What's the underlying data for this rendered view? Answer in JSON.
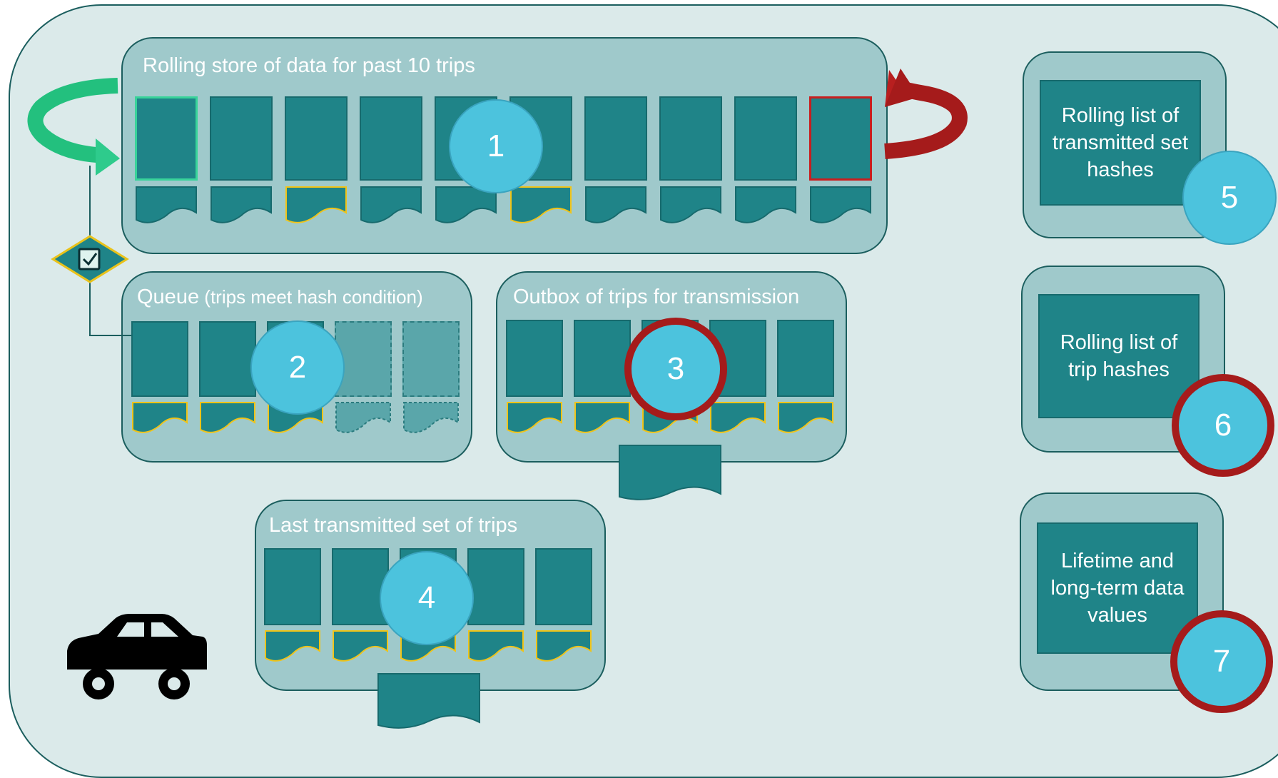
{
  "panels": {
    "rolling_store": {
      "title": "Rolling store of data for past 10 trips"
    },
    "queue": {
      "title_main": "Queue",
      "title_sub": " (trips meet hash condition)"
    },
    "outbox": {
      "title": "Outbox of trips for transmission"
    },
    "last_transmitted": {
      "title": "Last transmitted set of trips"
    }
  },
  "side_panels": {
    "set_hashes": {
      "label": "Rolling list of transmitted set hashes"
    },
    "trip_hashes": {
      "label": "Rolling list of trip hashes"
    },
    "lifetime_values": {
      "label": "Lifetime and long-term data values"
    }
  },
  "badges": {
    "b1": "1",
    "b2": "2",
    "b3": "3",
    "b4": "4",
    "b5": "5",
    "b6": "6",
    "b7": "7"
  },
  "icons": {
    "green_arrow": "circular-arrow-icon",
    "red_arrow": "circular-arrow-icon",
    "checkbox": "checkbox-diamond-icon",
    "car": "car-icon"
  },
  "colors": {
    "background": "#dbeaea",
    "panel": "#9fc9cb",
    "card": "#1f8488",
    "badge": "#4cc3dd",
    "ring": "#a51b1b",
    "doc_highlight": "#f0c419",
    "new_trip": "#38d39a",
    "old_trip": "#c81e1e"
  }
}
